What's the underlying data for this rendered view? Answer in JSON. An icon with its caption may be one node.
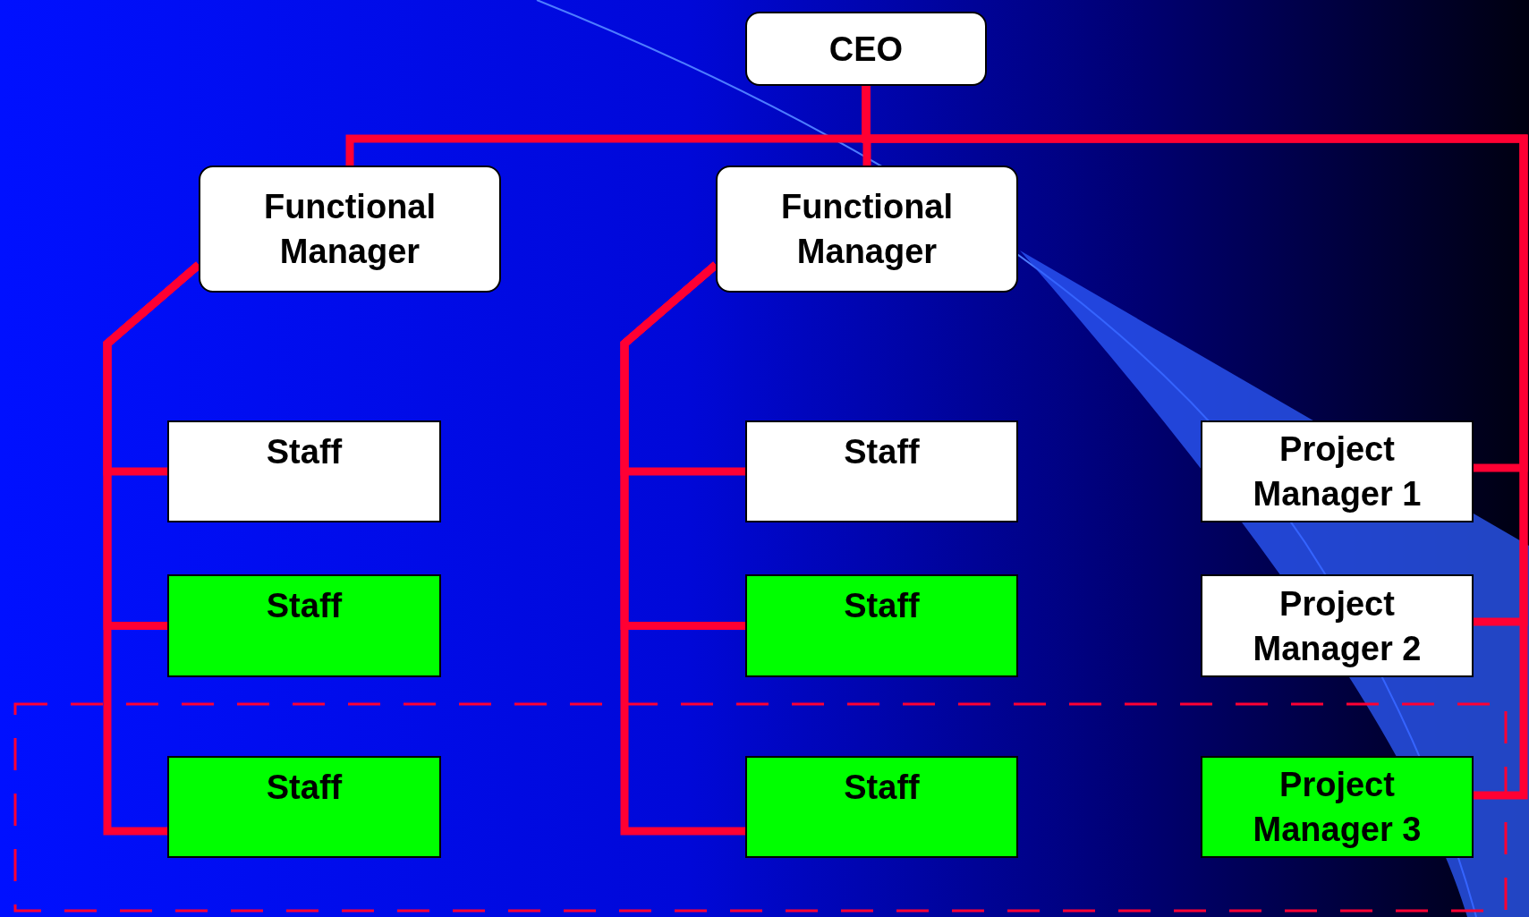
{
  "diagram": {
    "nodes": [
      {
        "text": [
          "CEO"
        ]
      },
      {
        "text": [
          "Functional Manager"
        ]
      },
      {
        "text": [
          "Functional Manager"
        ]
      },
      {
        "text": [
          "Staff"
        ]
      },
      {
        "text": [
          "Staff"
        ]
      },
      {
        "text": [
          "Staff"
        ]
      },
      {
        "text": [
          "Staff"
        ]
      },
      {
        "text": [
          "Staff"
        ]
      },
      {
        "text": [
          "Staff"
        ]
      },
      {
        "text": [
          "Project Manager 1"
        ]
      },
      {
        "text": [
          "Project Manager 2"
        ]
      },
      {
        "text": [
          "Project Manager 3"
        ]
      }
    ],
    "edges": [
      {
        "from": 0,
        "to": 1,
        "arrow": "none"
      },
      {
        "from": 0,
        "to": 2,
        "arrow": "none"
      },
      {
        "from": 0,
        "to": 9,
        "arrow": "none"
      },
      {
        "from": 0,
        "to": 10,
        "arrow": "none"
      },
      {
        "from": 0,
        "to": 11,
        "arrow": "none"
      },
      {
        "from": 1,
        "to": 3,
        "arrow": "none"
      },
      {
        "from": 1,
        "to": 4,
        "arrow": "none"
      },
      {
        "from": 1,
        "to": 5,
        "arrow": "none"
      },
      {
        "from": 2,
        "to": 6,
        "arrow": "none"
      },
      {
        "from": 2,
        "to": 7,
        "arrow": "none"
      },
      {
        "from": 2,
        "to": 8,
        "arrow": "none"
      }
    ]
  }
}
